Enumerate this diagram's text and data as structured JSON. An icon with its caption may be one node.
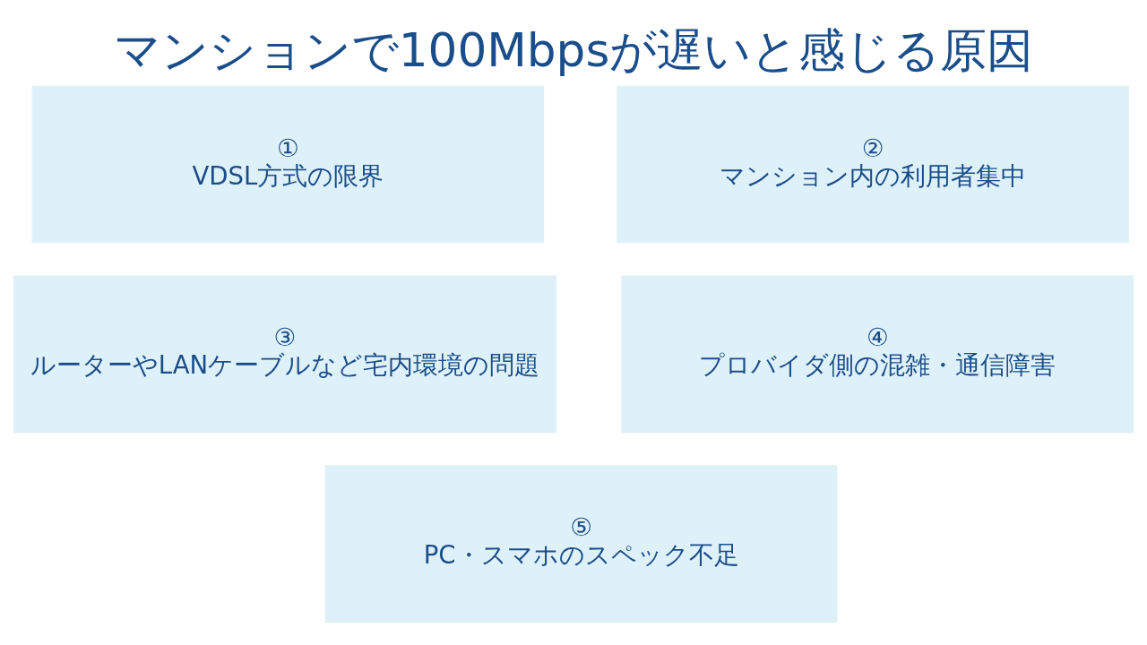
{
  "diagram": {
    "title": "マンションで100Mbpsが遅いと感じる原因",
    "nodes": [
      {
        "text": [
          "①",
          "VDSL方式の限界"
        ]
      },
      {
        "text": [
          "②",
          "マンション内の利用者集中"
        ]
      },
      {
        "text": [
          "③",
          "ルーターやLANケーブルなど宅内環境の問題"
        ]
      },
      {
        "text": [
          "④",
          "プロバイダ側の混雑・通信障害"
        ]
      },
      {
        "text": [
          "⑤",
          "PC・スマホのスペック不足"
        ]
      }
    ],
    "edges": []
  }
}
